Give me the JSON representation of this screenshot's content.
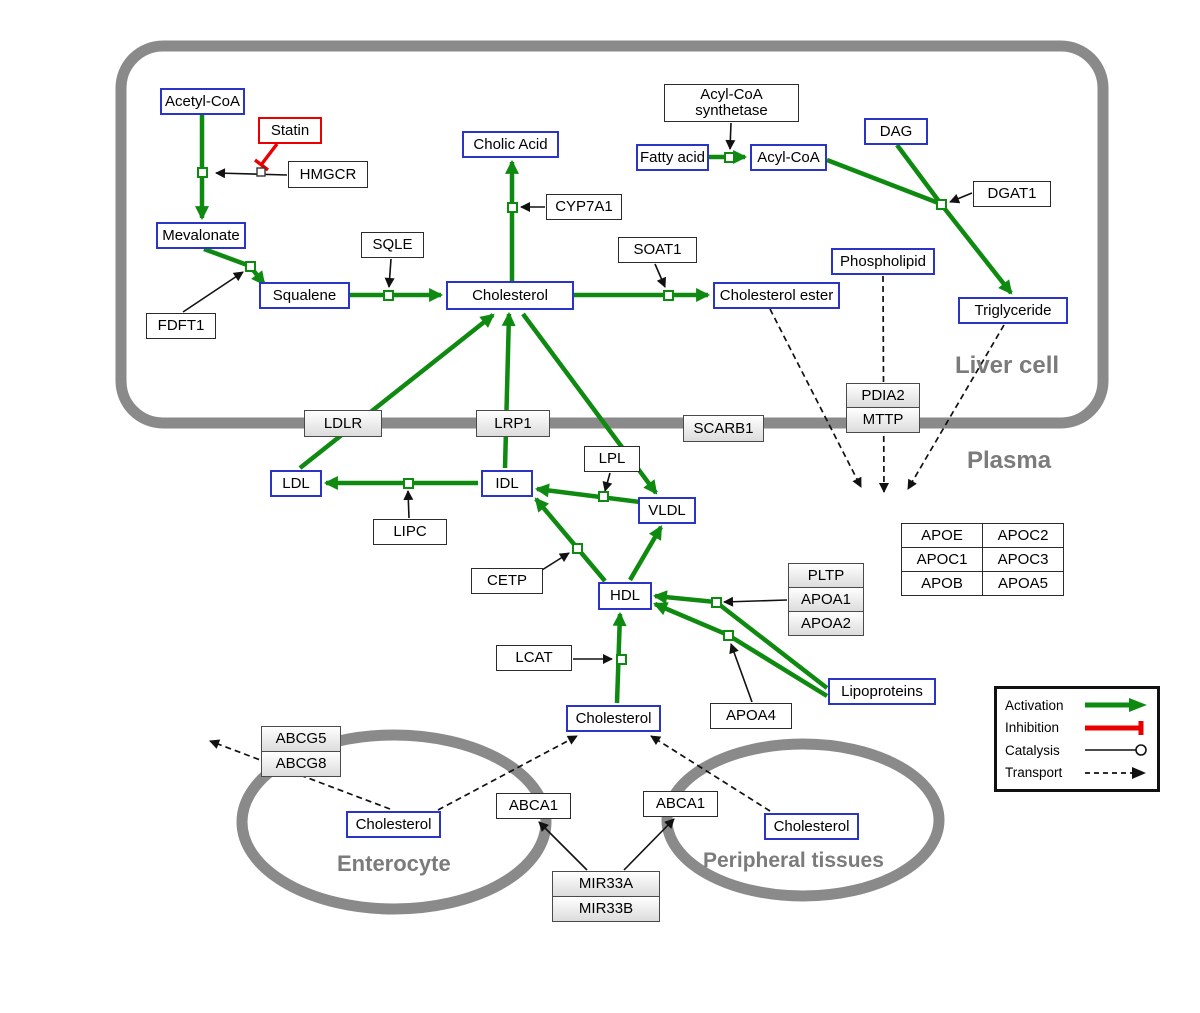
{
  "colors": {
    "activation": "#0f8a10",
    "inhibition": "#ea0000",
    "metabolite_border": "#2a35c8",
    "membrane": "#8a8a8a"
  },
  "regions": {
    "liver": "Liver cell",
    "plasma": "Plasma",
    "enterocyte": "Enterocyte",
    "peripheral": "Peripheral tissues"
  },
  "nodes": {
    "acetyl_coa": "Acetyl-CoA",
    "statin": "Statin",
    "hmgcr": "HMGCR",
    "mevalonate": "Mevalonate",
    "fdft1": "FDFT1",
    "squalene": "Squalene",
    "sqle": "SQLE",
    "cholic_acid": "Cholic Acid",
    "cyp7a1": "CYP7A1",
    "cholesterol_liver": "Cholesterol",
    "soat1": "SOAT1",
    "cholesterol_ester": "Cholesterol ester",
    "acyl_coa_synthetase": "Acyl-CoA synthetase",
    "fatty_acid": "Fatty acid",
    "acyl_coa": "Acyl-CoA",
    "dag": "DAG",
    "dgat1": "DGAT1",
    "phospholipid": "Phospholipid",
    "triglyceride": "Triglyceride",
    "ldlr": "LDLR",
    "lrp1": "LRP1",
    "scarb1": "SCARB1",
    "pdia2": "PDIA2",
    "mttp": "MTTP",
    "ldl": "LDL",
    "idl": "IDL",
    "lipc": "LIPC",
    "lpl": "LPL",
    "vldl": "VLDL",
    "cetp": "CETP",
    "hdl": "HDL",
    "lcat": "LCAT",
    "pltp": "PLTP",
    "apoa1": "APOA1",
    "apoa2": "APOA2",
    "apoa4": "APOA4",
    "lipoproteins": "Lipoproteins",
    "cholesterol_plasma": "Cholesterol",
    "abcg5": "ABCG5",
    "abcg8": "ABCG8",
    "cholesterol_enterocyte": "Cholesterol",
    "abca1": "ABCA1",
    "cholesterol_peripheral": "Cholesterol",
    "mir33a": "MIR33A",
    "mir33b": "MIR33B"
  },
  "apo_table": [
    [
      "APOE",
      "APOC2"
    ],
    [
      "APOC1",
      "APOC3"
    ],
    [
      "APOB",
      "APOA5"
    ]
  ],
  "legend": {
    "activation": "Activation",
    "inhibition": "Inhibition",
    "catalysis": "Catalysis",
    "transport": "Transport"
  }
}
